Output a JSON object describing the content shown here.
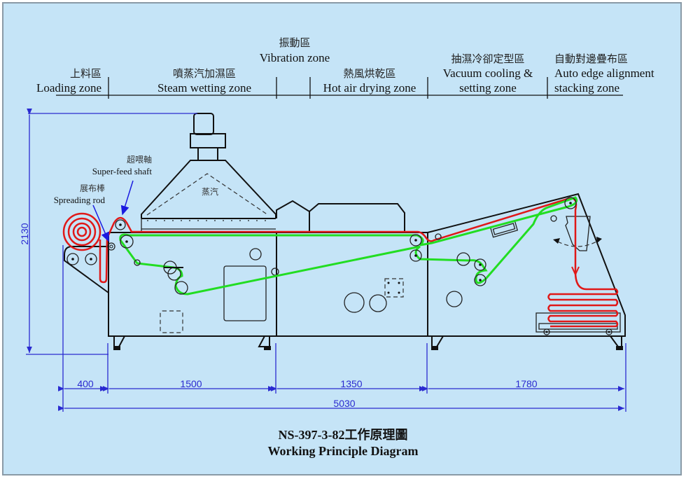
{
  "zones": [
    {
      "id": "loading",
      "cn": "上料區",
      "en": [
        "Loading zone"
      ]
    },
    {
      "id": "steam",
      "cn": "噴蒸汽加濕區",
      "en": [
        "Steam wetting zone"
      ]
    },
    {
      "id": "vibration",
      "cn": "振動區",
      "en": [
        "Vibration zone"
      ]
    },
    {
      "id": "hotair",
      "cn": "熱風烘乾區",
      "en": [
        "Hot air drying zone"
      ]
    },
    {
      "id": "vacuum",
      "cn": "抽濕冷卻定型區",
      "en": [
        "Vacuum cooling &",
        "setting zone"
      ]
    },
    {
      "id": "stacking",
      "cn": "自動對邊疊布區",
      "en": [
        "Auto edge alignment",
        "stacking zone"
      ]
    }
  ],
  "callouts": {
    "superfeed": {
      "cn": "超喂軸",
      "en": "Super-feed shaft"
    },
    "spreading": {
      "cn": "展布棒",
      "en": "Spreading rod"
    },
    "steam_hood": {
      "cn": "蒸汽"
    }
  },
  "dimensions": {
    "height": "2130",
    "segments": [
      "400",
      "1500",
      "1350",
      "1780"
    ],
    "total": "5030"
  },
  "title": {
    "line1": "NS-397-3-82工作原理圖",
    "line2": "Working Principle Diagram"
  },
  "colors": {
    "background": "#c5e4f7",
    "fabric_path": "#e01818",
    "belt_path": "#22dd22",
    "dimension": "#2a2ad0"
  }
}
